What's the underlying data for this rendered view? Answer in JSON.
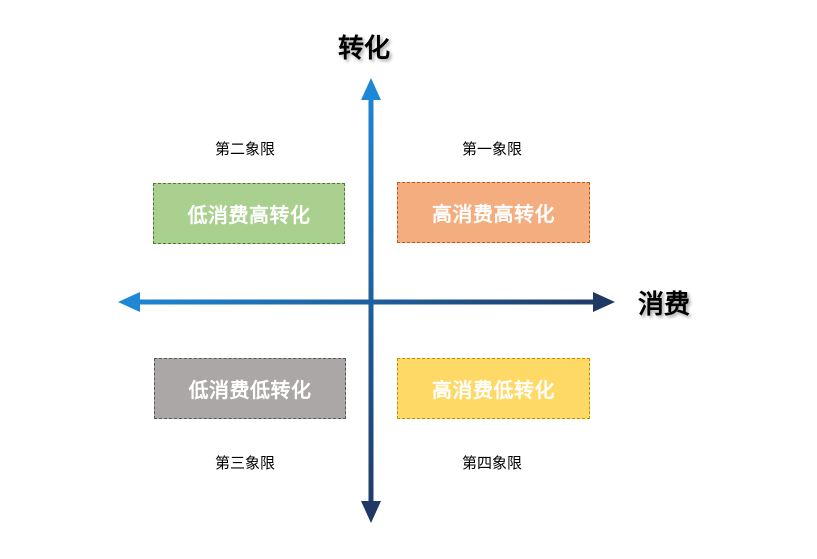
{
  "axes": {
    "y_title": "转化",
    "x_title": "消费"
  },
  "quadrants": {
    "q1": {
      "label": "第一象限",
      "box_text": "高消费高转化",
      "fill": "#F4AD7E",
      "border": "#C45A11"
    },
    "q2": {
      "label": "第二象限",
      "box_text": "低消费高转化",
      "fill": "#A9D08E",
      "border": "#4E7A31"
    },
    "q3": {
      "label": "第三象限",
      "box_text": "低消费低转化",
      "fill": "#ABA7A6",
      "border": "#595959"
    },
    "q4": {
      "label": "第四象限",
      "box_text": "高消费低转化",
      "fill": "#FFD966",
      "border": "#BF9000"
    }
  },
  "colors": {
    "axis_light": "#1E88D6",
    "axis_dark": "#1F3864"
  }
}
